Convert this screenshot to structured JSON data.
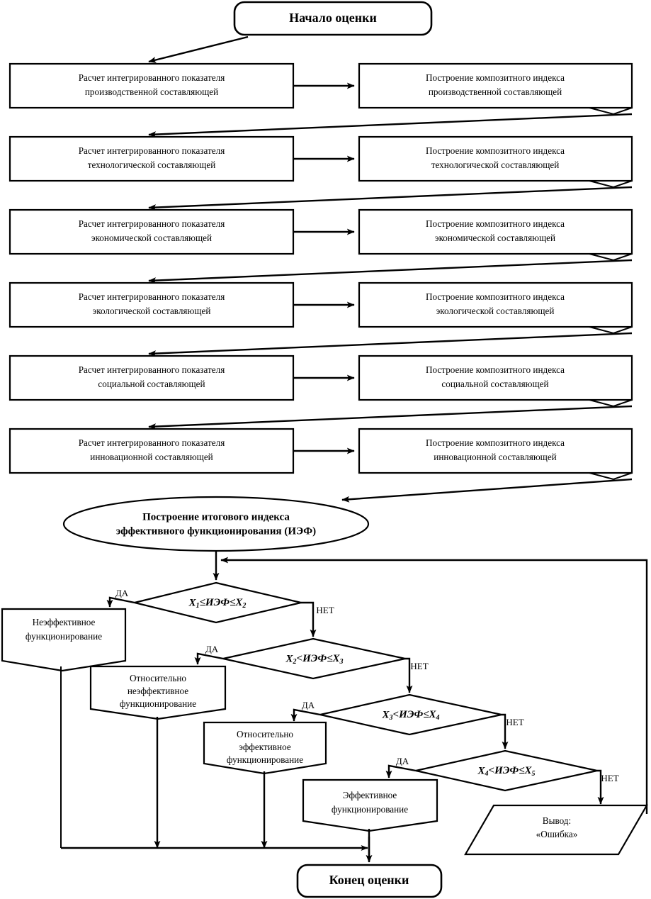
{
  "diagram": {
    "title_start": "Начало оценки",
    "title_end": "Конец оценки",
    "final_index_line1": "Построение итогового индекса",
    "final_index_line2": "эффективного функционирования (ИЭФ)",
    "yes_label": "ДА",
    "no_label": "НЕТ",
    "colors": {
      "stroke": "#000000",
      "fill": "#ffffff",
      "background": "#ffffff"
    }
  },
  "rows": [
    {
      "left_line1": "Расчет интегрированного показателя",
      "left_line2": "производственной составляющей",
      "right_line1": "Построение композитного индекса",
      "right_line2": "производственной составляющей"
    },
    {
      "left_line1": "Расчет интегрированного показателя",
      "left_line2": "технологической составляющей",
      "right_line1": "Построение композитного индекса",
      "right_line2": "технологической составляющей"
    },
    {
      "left_line1": "Расчет интегрированного показателя",
      "left_line2": "экономической составляющей",
      "right_line1": "Построение композитного индекса",
      "right_line2": "экономической составляющей"
    },
    {
      "left_line1": "Расчет интегрированного показателя",
      "left_line2": "экологической составляющей",
      "right_line1": "Построение композитного индекса",
      "right_line2": "экологической составляющей"
    },
    {
      "left_line1": "Расчет интегрированного показателя",
      "left_line2": "социальной составляющей",
      "right_line1": "Построение композитного индекса",
      "right_line2": "социальной составляющей"
    },
    {
      "left_line1": "Расчет интегрированного показателя",
      "left_line2": "инновационной составляющей",
      "right_line1": "Построение композитного индекса",
      "right_line2": "инновационной составляющей"
    }
  ],
  "decisions": [
    {
      "main": "X",
      "sub1": "1",
      "op1": "≤",
      "mid": "ИЭФ",
      "op2": "≤",
      "main2": "X",
      "sub2": "2",
      "text": "X1≤ИЭФ≤X2"
    },
    {
      "main": "X",
      "sub1": "2",
      "op1": "<",
      "mid": "ИЭФ",
      "op2": "≤",
      "main2": "X",
      "sub2": "3",
      "text": "X2<ИЭФ≤X3"
    },
    {
      "main": "X",
      "sub1": "3",
      "op1": "<",
      "mid": "ИЭФ",
      "op2": "≤",
      "main2": "X",
      "sub2": "4",
      "text": "X3<ИЭФ≤X4"
    },
    {
      "main": "X",
      "sub1": "4",
      "op1": "<",
      "mid": "ИЭФ",
      "op2": "≤",
      "main2": "X",
      "sub2": "5",
      "text": "X4<ИЭФ≤X5"
    }
  ],
  "results": [
    {
      "line1": "Неэффективное",
      "line2": "функционирование",
      "line3": ""
    },
    {
      "line1": "Относительно",
      "line2": "неэффективное",
      "line3": "функционирование"
    },
    {
      "line1": "Относительно",
      "line2": "эффективное",
      "line3": "функционирование"
    },
    {
      "line1": "Эффективное",
      "line2": "функционирование",
      "line3": ""
    }
  ],
  "error_node": {
    "line1": "Вывод:",
    "line2": "«Ошибка»"
  }
}
